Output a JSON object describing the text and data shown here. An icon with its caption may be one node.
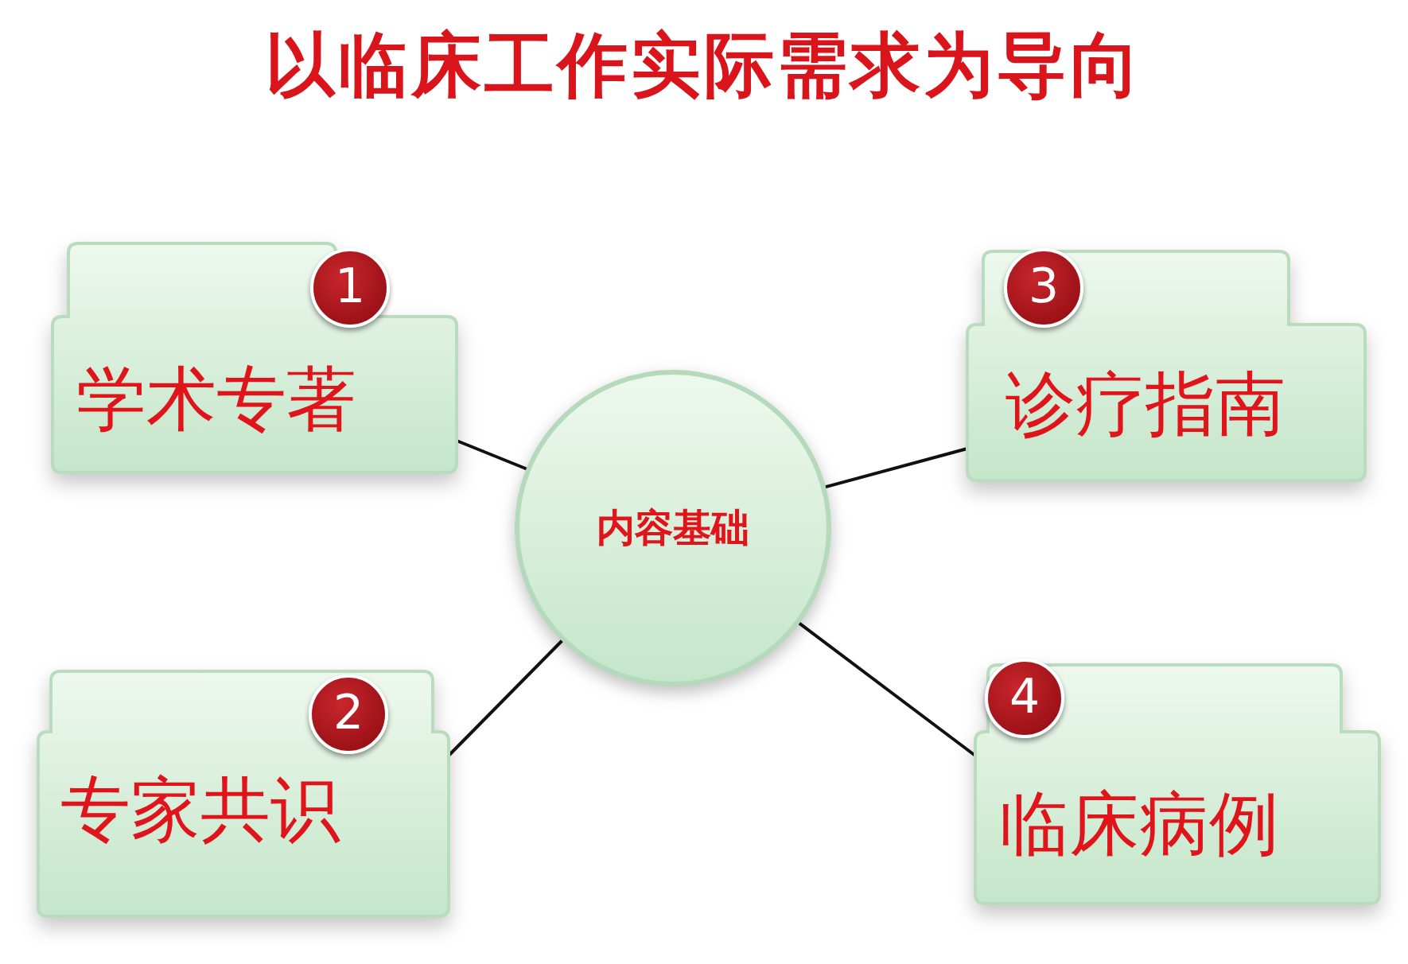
{
  "diagram": {
    "title": "以临床工作实际需求为导向",
    "nodes": [
      {
        "text": [
          "学术专著"
        ]
      },
      {
        "text": [
          "1"
        ],
        "in": 0
      },
      {
        "text": [
          "诊疗指南"
        ]
      },
      {
        "text": [
          "3"
        ],
        "in": 2
      },
      {
        "text": [
          "内容基础"
        ]
      },
      {
        "text": [
          "专家共识"
        ]
      },
      {
        "text": [
          "2"
        ],
        "in": 5
      },
      {
        "text": [
          "临床病例"
        ]
      },
      {
        "text": [
          "4"
        ],
        "in": 7
      }
    ],
    "edges": [
      {
        "from": 4,
        "to": 0,
        "arrow": "none"
      },
      {
        "from": 4,
        "to": 2,
        "arrow": "none"
      },
      {
        "from": 4,
        "to": 5,
        "arrow": "none"
      },
      {
        "from": 4,
        "to": 7,
        "arrow": "none"
      }
    ]
  }
}
